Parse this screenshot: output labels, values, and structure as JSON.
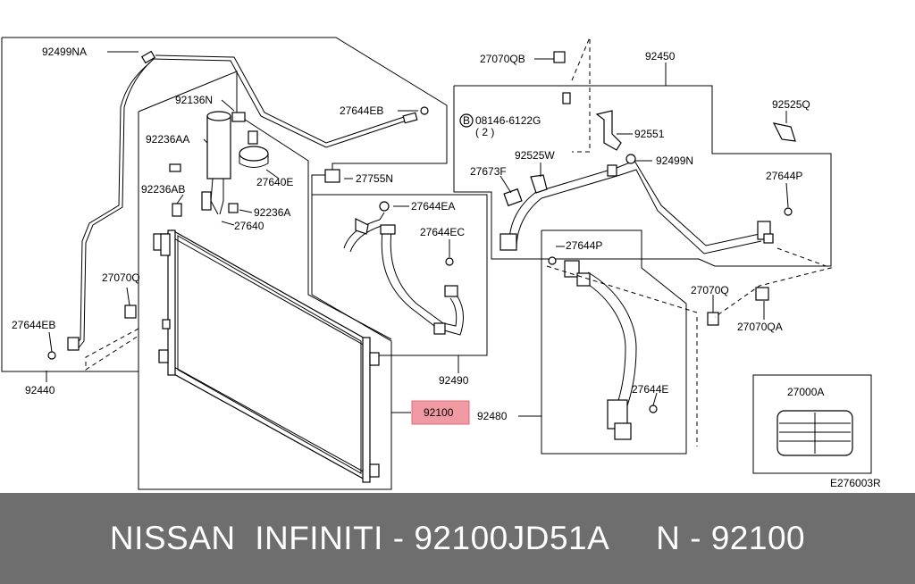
{
  "labels": {
    "l92499NA": "92499NA",
    "l92136N": "92136N",
    "l27644EB_top": "27644EB",
    "l92236AA": "92236AA",
    "l27640E": "27640E",
    "l27755N": "27755N",
    "l92236AB": "92236AB",
    "l92236A": "92236A",
    "l27640": "27640",
    "l27644EA": "27644EA",
    "l27644EC": "27644EC",
    "l27070Q_left": "27070Q",
    "l27644EB_left": "27644EB",
    "l92440": "92440",
    "l92490": "92490",
    "l92100": "92100",
    "l27070QB": "27070QB",
    "l92450": "92450",
    "l08146": "08146-6122G",
    "l08146_qty": "( 2 )",
    "l92551": "92551",
    "l92525Q": "92525Q",
    "l92525W": "92525W",
    "l92499N": "92499N",
    "l27673F": "27673F",
    "l27644P_right": "27644P",
    "l27644P_mid": "27644P",
    "l27070Q_right": "27070Q",
    "l27070QA": "27070QA",
    "l27644E": "27644E",
    "l92480": "92480",
    "l27000A": "27000A",
    "diagram_code": "E276003R",
    "bolt_marker": "B"
  },
  "colors": {
    "highlight_fill": "#f19aa3",
    "highlight_border": "#e46a78",
    "footer_bg": "#6e6e6e"
  },
  "footer": {
    "text": "NISSAN  INFINITI - 92100JD51A     N - 92100"
  }
}
